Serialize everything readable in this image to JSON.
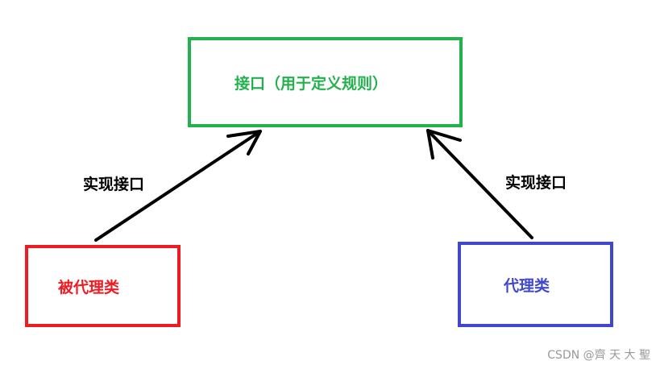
{
  "nodes": {
    "interface": {
      "label": "接口（用于定义规则）",
      "color": "#22b14c"
    },
    "real_subject": {
      "label": "被代理类",
      "color": "#ed1c24"
    },
    "proxy": {
      "label": "代理类",
      "color": "#3f48cc"
    }
  },
  "edges": [
    {
      "from": "real_subject",
      "to": "interface",
      "label": "实现接口"
    },
    {
      "from": "proxy",
      "to": "interface",
      "label": "实现接口"
    }
  ],
  "watermark": "CSDN @齊 天 大 聖"
}
